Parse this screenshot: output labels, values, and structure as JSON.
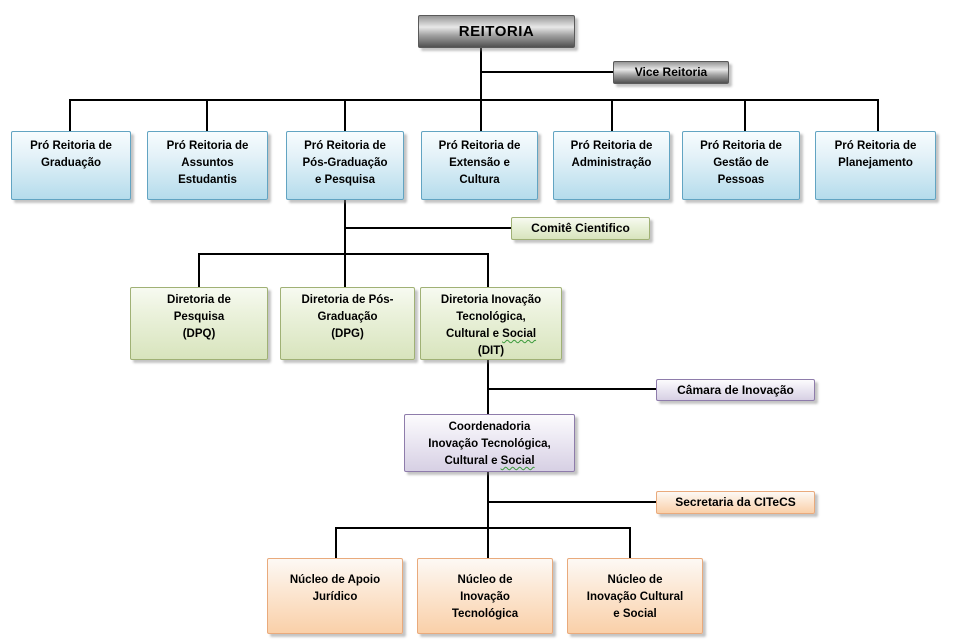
{
  "nodes": {
    "reitoria": {
      "label": "REITORIA"
    },
    "vice_reitoria": {
      "label": "Vice Reitoria"
    },
    "pro_graduacao": {
      "lines": [
        "Pró Reitoria de",
        "Graduação"
      ]
    },
    "pro_assuntos": {
      "lines": [
        "Pró Reitoria de",
        "Assuntos",
        "Estudantis"
      ]
    },
    "pro_pos_graduacao": {
      "lines": [
        "Pró Reitoria de",
        "Pós-Graduação",
        "e Pesquisa"
      ]
    },
    "pro_extensao": {
      "lines": [
        "Pró Reitoria de",
        "Extensão e",
        "Cultura"
      ]
    },
    "pro_administracao": {
      "lines": [
        "Pró Reitoria de",
        "Administração"
      ]
    },
    "pro_gestao": {
      "lines": [
        "Pró Reitoria de",
        "Gestão de",
        "Pessoas"
      ]
    },
    "pro_planejamento": {
      "lines": [
        "Pró Reitoria de",
        "Planejamento"
      ]
    },
    "comite": {
      "label": "Comitê Cientifico"
    },
    "dpq": {
      "lines": [
        "Diretoria de",
        "Pesquisa",
        "(DPQ)"
      ]
    },
    "dpg": {
      "lines": [
        "Diretoria de Pós-",
        "Graduação",
        "(DPG)"
      ]
    },
    "dit": {
      "line1": "Diretoria Inovação",
      "line2": "Tecnológica,",
      "line3_pre": "Cultural e ",
      "line3_wavy": "Social",
      "line4": "(DIT)"
    },
    "camara": {
      "label": "Câmara de Inovação"
    },
    "coordenadoria": {
      "line1": "Coordenadoria",
      "line2": "Inovação Tecnológica,",
      "line3_pre": "Cultural e ",
      "line3_wavy": "Social"
    },
    "secretaria": {
      "label": "Secretaria da CITeCS"
    },
    "nucleo_juridico": {
      "lines": [
        "Núcleo de Apoio",
        "Jurídico"
      ]
    },
    "nucleo_tecnologica": {
      "lines": [
        "Núcleo de",
        "Inovação",
        "Tecnológica"
      ]
    },
    "nucleo_cultural": {
      "lines": [
        "Núcleo de",
        "Inovação Cultural",
        "e Social"
      ]
    }
  },
  "colors": {
    "level_top_metal_border": "#5a5a5a",
    "level_pro_reitoria_blue_border": "#62a4c2",
    "level_diretoria_green_border": "#a0b175",
    "level_coordenadoria_purple_border": "#8e7cab",
    "level_nucleo_orange_border": "#e9aa7c",
    "connector_line": "#000000",
    "spellcheck_wavy_underline": "#3a9a3a"
  }
}
